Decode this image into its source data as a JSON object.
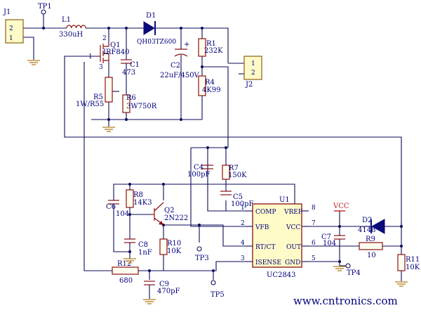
{
  "connectors": {
    "j1": {
      "ref": "J1",
      "pins": [
        "2",
        "1"
      ]
    },
    "j2": {
      "ref": "J2",
      "pins": [
        "1",
        "2"
      ]
    }
  },
  "test_points": [
    "TP1",
    "TP3",
    "TP4",
    "TP5"
  ],
  "components": {
    "l1": {
      "ref": "L1",
      "value": "330uH"
    },
    "d1": {
      "ref": "D1",
      "value": "QH03TZ600"
    },
    "q1": {
      "ref": "Q1",
      "value": "IRF840",
      "pins": [
        "1",
        "2",
        "3"
      ]
    },
    "c1": {
      "ref": "C1",
      "value": "473"
    },
    "c2": {
      "ref": "C2",
      "value": "22uF/450V",
      "polarity": "+"
    },
    "r1": {
      "ref": "R1",
      "value": "232K"
    },
    "r4": {
      "ref": "R4",
      "value": "4K99"
    },
    "r5": {
      "ref": "R5",
      "value": "1W/R55"
    },
    "r6": {
      "ref": "R6",
      "value": "3W750R"
    },
    "c4": {
      "ref": "C4",
      "value": "100pF"
    },
    "r7": {
      "ref": "R7",
      "value": "150K"
    },
    "c5": {
      "ref": "C5",
      "value": "100pF"
    },
    "r8": {
      "ref": "R8",
      "value": "14K3"
    },
    "c6": {
      "ref": "C6",
      "value": "104"
    },
    "q2": {
      "ref": "Q2",
      "value": "2N222"
    },
    "c8": {
      "ref": "C8",
      "value": "1nF"
    },
    "r10": {
      "ref": "R10",
      "value": "10K"
    },
    "r12": {
      "ref": "R12",
      "value": "680"
    },
    "c9": {
      "ref": "C9",
      "value": "470pF"
    },
    "c7": {
      "ref": "C7",
      "value": "104"
    },
    "r9": {
      "ref": "R9",
      "value": "10"
    },
    "d2": {
      "ref": "D2",
      "value": "4148"
    },
    "r11": {
      "ref": "R11",
      "value": "10K"
    }
  },
  "ic": {
    "ref": "U1",
    "part": "UC2843",
    "pins_left": [
      {
        "num": "1",
        "name": "COMP"
      },
      {
        "num": "2",
        "name": "VFB"
      },
      {
        "num": "4",
        "name": "RT/CT"
      },
      {
        "num": "3",
        "name": "ISENSE"
      }
    ],
    "pins_right": [
      {
        "num": "8",
        "name": "VREF"
      },
      {
        "num": "7",
        "name": "VCC"
      },
      {
        "num": "6",
        "name": "OUT"
      },
      {
        "num": "5",
        "name": "GND"
      }
    ]
  },
  "power_net": "VCC",
  "watermark": "www.cntronics.com",
  "colors": {
    "wire": "#0a0a5a",
    "component_outline": "#8a1010",
    "component_fill": "#fffbc8",
    "label_text": "#00007a",
    "ground": "#b3801a",
    "vcc": "#c02020",
    "watermark": "#a9d6a9"
  }
}
